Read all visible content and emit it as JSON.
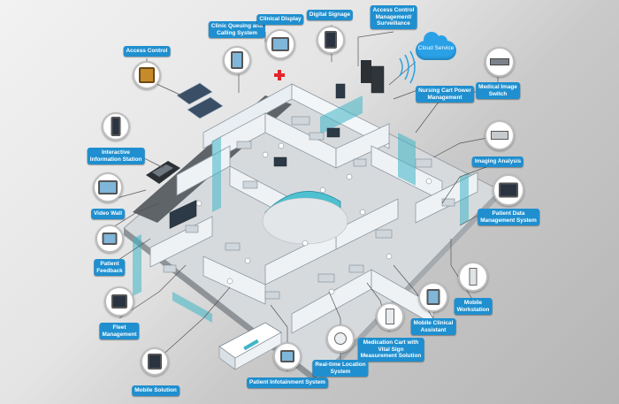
{
  "diagram": {
    "cloud_label": "Cloud Service",
    "labels": {
      "access_control": "Access Control",
      "clinic_queuing": "Clinic Queuing and\nCalling System",
      "clinical_display": "Clinical Display",
      "digital_signage": "Digital Signage",
      "access_control_mgmt": "Access Control\nManagement/\nSurveillance",
      "nursing_cart": "Nursing Cart Power\nManagement",
      "medical_image_switch": "Medical Image\nSwitch",
      "imaging_analysis": "Imaging Analysis",
      "patient_data_mgmt": "Patient Data\nManagement System",
      "mobile_workstation": "Mobile\nWorkstation",
      "mobile_clinical_assistant": "Mobile Clinical\nAssistant",
      "medication_cart": "Medication Cart with\nVital Sign\nMeasurement Solution",
      "rtls": "Real-time Location\nSystem",
      "patient_infotainment": "Patient Infotainment\nSystem",
      "mobile_solution": "Mobile Solution",
      "fleet_management": "Fleet\nManagement",
      "patient_feedback": "Patient\nFeedback",
      "video_wall": "Video Wall",
      "interactive_info_station": "Interactive\nInformation Station"
    },
    "colors": {
      "label_bg": "#1f8fcf",
      "cloud": "#2aa0e6",
      "leader_line": "#555555",
      "teal_accent": "#3fb6c6",
      "red_cross": "#e3262b"
    }
  }
}
